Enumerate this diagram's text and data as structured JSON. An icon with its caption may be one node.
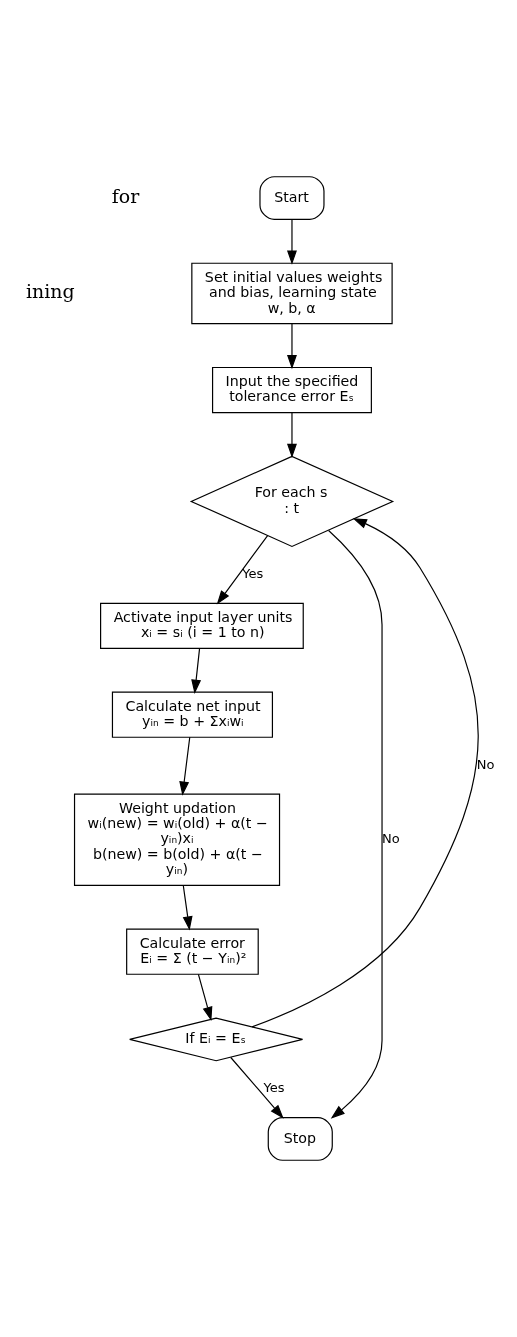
{
  "diagram": {
    "nodes": [
      {
        "text": [
          "Start"
        ]
      },
      {
        "text": [
          "Set initial values weights and bias, learning state w, b, α"
        ]
      },
      {
        "text": [
          "Input the specified tolerance error Eₛ"
        ]
      },
      {
        "text": [
          "For each s : t"
        ]
      },
      {
        "text": [
          "Activate input layer units",
          "xᵢ = sᵢ (i = 1 to n)"
        ]
      },
      {
        "text": [
          "Calculate net input",
          "yᵢₙ = b + Σxᵢwᵢ"
        ]
      },
      {
        "text": [
          "Weight updation",
          "wᵢ(new) = wᵢ(old) + α(t − yᵢₙ)xᵢ",
          "b(new) = b(old) + α(t − yᵢₙ)"
        ]
      },
      {
        "text": [
          "Calculate error",
          "Eᵢ = Σ (t − Yᵢₙ)²"
        ]
      },
      {
        "text": [
          "If Eᵢ = Eₛ"
        ]
      },
      {
        "text": [
          "Stop"
        ]
      }
    ],
    "edges": [
      {
        "from": 0,
        "to": 1,
        "arrow": "to"
      },
      {
        "from": 1,
        "to": 2,
        "arrow": "to"
      },
      {
        "from": 2,
        "to": 3,
        "arrow": "to"
      },
      {
        "from": 3,
        "to": 4,
        "arrow": "to",
        "label": "Yes"
      },
      {
        "from": 4,
        "to": 5,
        "arrow": "to"
      },
      {
        "from": 5,
        "to": 6,
        "arrow": "to"
      },
      {
        "from": 6,
        "to": 7,
        "arrow": "to"
      },
      {
        "from": 7,
        "to": 8,
        "arrow": "to"
      },
      {
        "from": 8,
        "to": 3,
        "arrow": "to",
        "label": "No"
      },
      {
        "from": 3,
        "to": 9,
        "arrow": "to",
        "label": "No"
      },
      {
        "from": 8,
        "to": 9,
        "arrow": "to",
        "label": "Yes"
      }
    ],
    "labels": [
      "for",
      "ining"
    ]
  }
}
